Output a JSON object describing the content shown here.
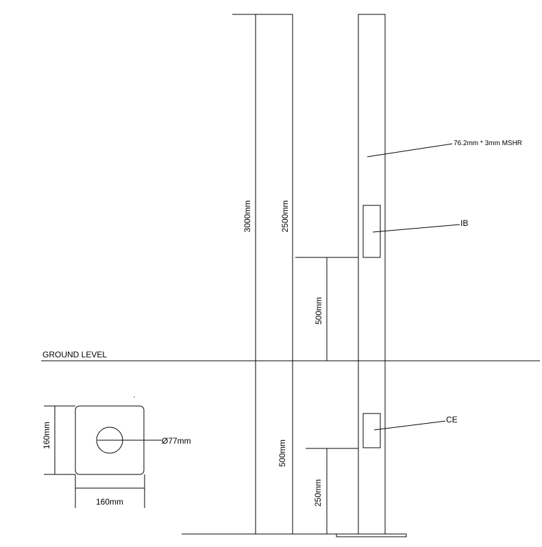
{
  "labels": {
    "ground_level": "GROUND LEVEL",
    "dim_3000": "3000mm",
    "dim_2500": "2500mm",
    "dim_500_upper": "500mm",
    "dim_500_lower": "500mm",
    "dim_250": "250mm",
    "dim_160_vertical": "160mm",
    "dim_160_horizontal": "160mm",
    "diameter": "Ø77mm",
    "pole_spec": "76.2mm * 3mm MSHR",
    "ib": "IB",
    "ce": "CE"
  }
}
